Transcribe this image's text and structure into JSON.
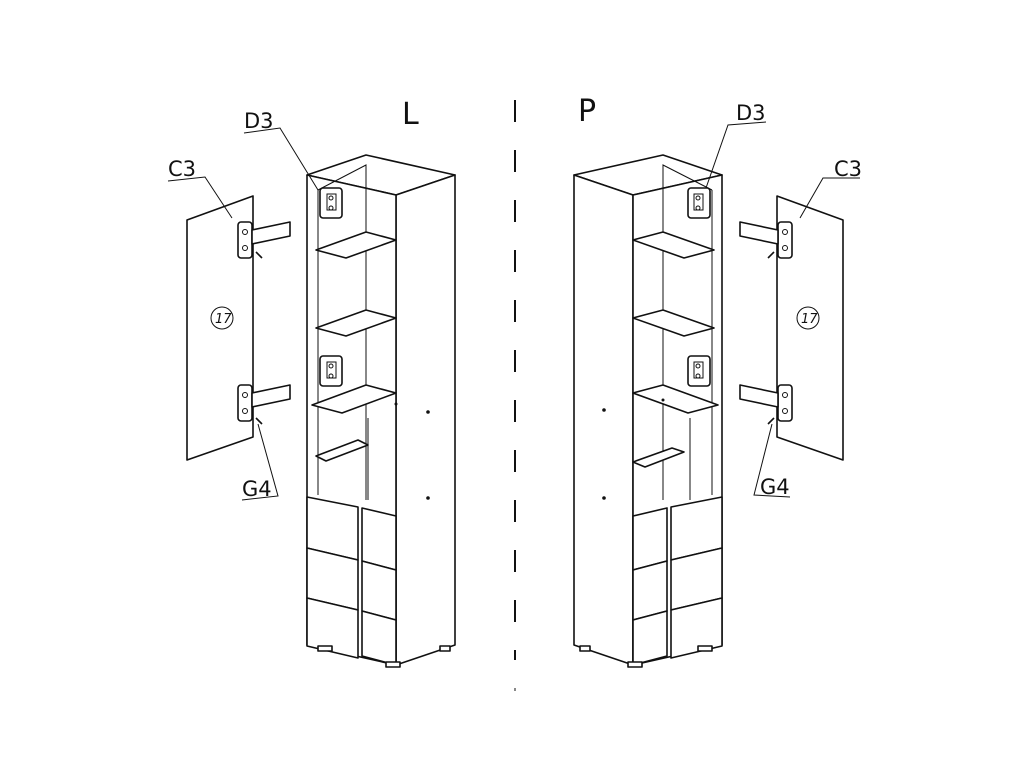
{
  "variants": {
    "left": "L",
    "right": "P"
  },
  "parts": {
    "hinge_plate": "D3",
    "door": "C3",
    "screw": "G4"
  },
  "door_number": "17",
  "colors": {
    "line": "#111111",
    "background": "#ffffff"
  }
}
